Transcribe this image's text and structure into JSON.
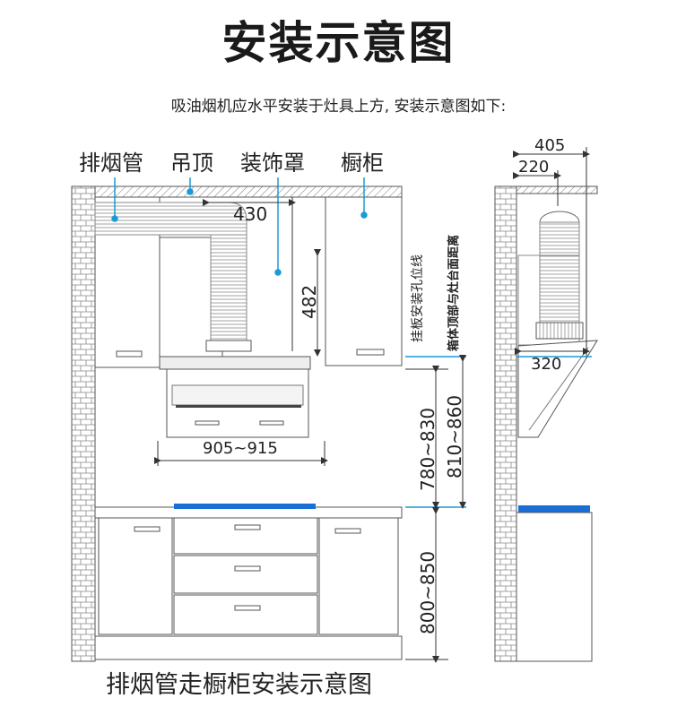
{
  "title": "安装示意图",
  "subtitle": "吸油烟机应水平安装于灶具上方, 安装示意图如下:",
  "labels": {
    "exhaust_pipe": "排烟管",
    "ceiling": "吊顶",
    "decor_cover": "装饰罩",
    "cabinet": "橱柜",
    "hang_board_line": "挂板安装孔位线",
    "box_top_distance": "箱体顶部与灶台面距离"
  },
  "dimensions": {
    "d430": "430",
    "d482": "482",
    "d905_915": "905~915",
    "d780_830": "780~830",
    "d810_860": "810~860",
    "d800_850": "800~850",
    "d405": "405",
    "d220": "220",
    "d320": "320"
  },
  "caption": "排烟管走橱柜安装示意图",
  "colors": {
    "accent": "#1a9ad6",
    "line": "#333333",
    "stove": "#1a6fd6"
  }
}
